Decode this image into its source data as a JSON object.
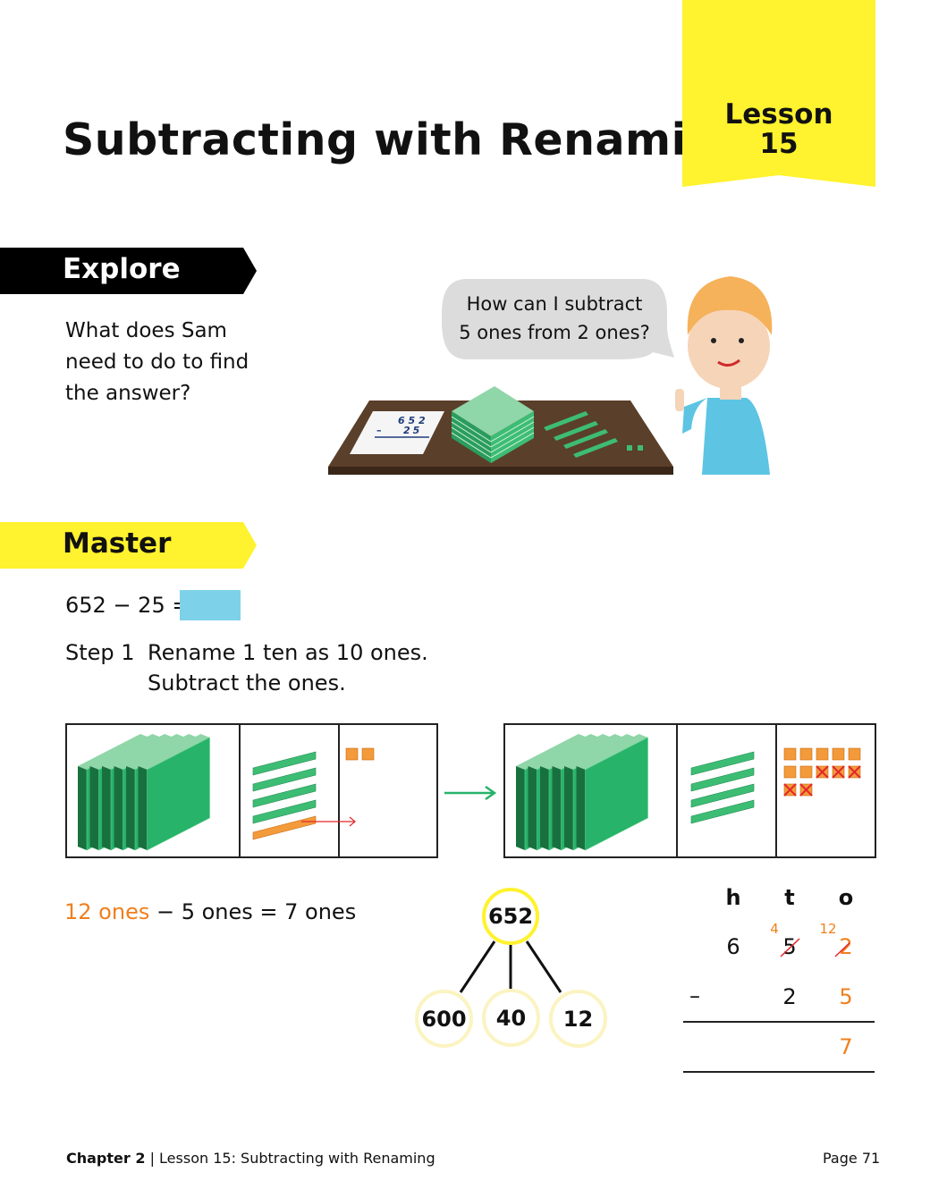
{
  "header": {
    "title": "Subtracting with Renaming",
    "lesson_label": "Lesson",
    "lesson_number": "15"
  },
  "explore": {
    "heading": "Explore",
    "question_lines": [
      "What does Sam",
      "need to do to find",
      "the answer?"
    ],
    "speech_lines": [
      "How can I subtract",
      "5 ones from 2 ones?"
    ],
    "paper": {
      "top": "6 5 2",
      "bottom": "25",
      "op": "–"
    }
  },
  "master": {
    "heading": "Master",
    "equation": "652 − 25 =",
    "step_label": "Step 1",
    "step_lines": [
      "Rename 1 ten as 10 ones.",
      "Subtract the ones."
    ],
    "ones_equation": {
      "part1": "12 ones",
      "part2": " − 5 ones = 7 ones"
    },
    "before": {
      "hundreds": 6,
      "tens": 5,
      "ones": 2
    },
    "after": {
      "hundreds": 6,
      "tens": 4,
      "ones": 12,
      "crossed_ones": 5
    }
  },
  "number_bond": {
    "whole": "652",
    "parts": [
      "600",
      "40",
      "12"
    ]
  },
  "place_value": {
    "headers": [
      "h",
      "t",
      "o"
    ],
    "regroup": {
      "tens": "4",
      "ones": "12"
    },
    "row1": [
      "6",
      "5",
      "2"
    ],
    "minus": "–",
    "row2": [
      "",
      "2",
      "5"
    ],
    "result": [
      "",
      "",
      "7"
    ]
  },
  "footer": {
    "chapter": "Chapter 2",
    "separator": " | ",
    "lesson": "Lesson 15: Subtracting with Renaming",
    "page": "Page 71"
  },
  "colors": {
    "yellow": "#fff22e",
    "orange": "#f07f1d",
    "green": "#27b36a",
    "blue_box": "#7dd2ea"
  }
}
